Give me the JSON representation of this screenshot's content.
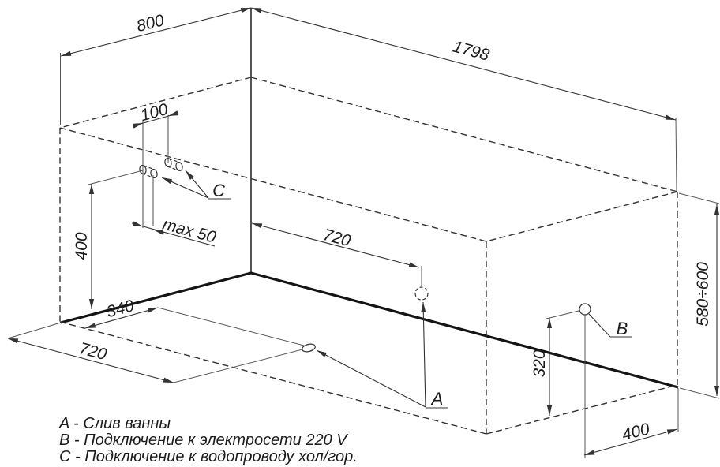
{
  "drawing": {
    "type": "bathtub installation diagram",
    "colors": {
      "background": "#ffffff",
      "line": "#333333",
      "bold_line": "#141414",
      "thin_extension_line": "#666666"
    },
    "dimensions": {
      "tub_width": "800",
      "tub_length": "1798",
      "tub_height_range": "580÷600",
      "pipes_spacing": "100",
      "pipes_protrusion": "max 50",
      "pipes_height": "400",
      "drain_width_offset": "340",
      "drain_floor_offset": "720",
      "drain_wall_offset": "720",
      "outlet_height": "320",
      "outlet_side_offset": "400"
    },
    "callouts": {
      "drain": "A",
      "power": "B",
      "water": "C"
    },
    "legend": {
      "items": [
        {
          "text": "A - Слив ванны"
        },
        {
          "text": "B - Подключение к электросети 220 V"
        },
        {
          "text": "C - Подключение к водопроводу хол/гор."
        }
      ]
    }
  }
}
